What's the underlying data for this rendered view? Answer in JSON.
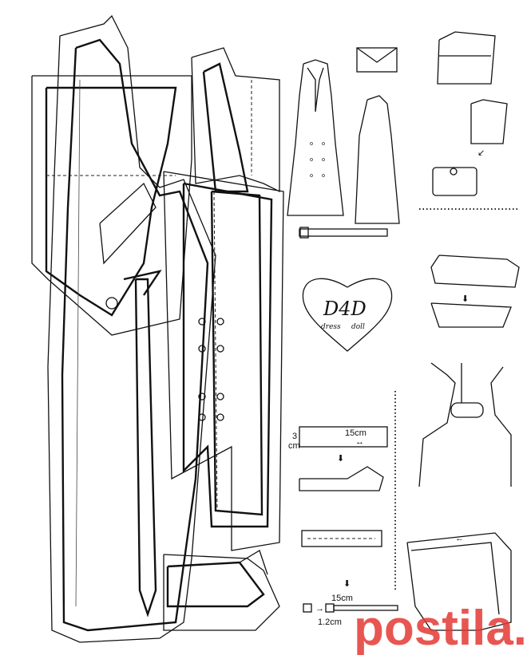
{
  "title": "Dress pattern for doll with belt, clutch and collar",
  "labels": {
    "strap_width_num": "3",
    "strap_width_unit": "cm",
    "strap_length": "15cm",
    "belt_length": "15cm",
    "belt_width": "1.2cm"
  },
  "logo": {
    "main": "D4D",
    "line1": "dress",
    "line2": "doll"
  },
  "watermark": "postila.ru",
  "colors": {
    "line": "#111111",
    "watermark": "#e53935"
  }
}
